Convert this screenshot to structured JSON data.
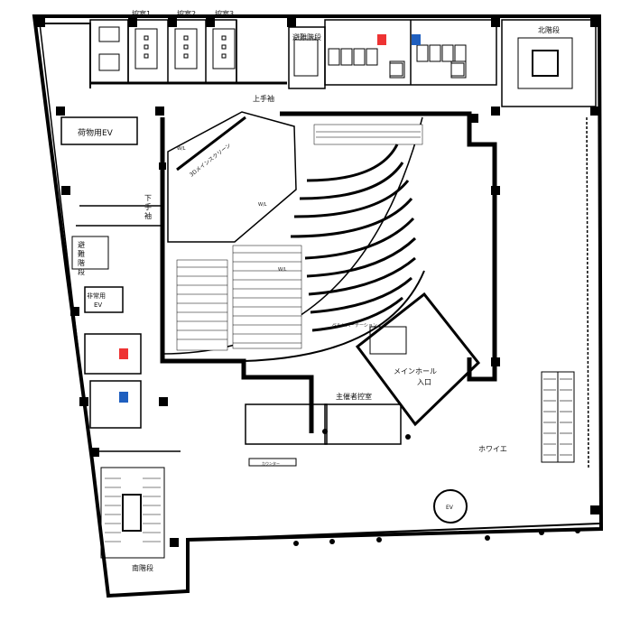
{
  "rooms": {
    "waiting1": "控室1",
    "waiting2": "控室2",
    "waiting3": "控室3",
    "evac_upper": "避難階段",
    "north_stairs": "北階段",
    "freight_ev": "荷物用EV",
    "upper_stage": "上手袖",
    "lower_stage_l1": "下",
    "lower_stage_l2": "手",
    "lower_stage_l3": "袖",
    "screen": "3Dメインスクリーン",
    "wl_a": "W/L",
    "wl_b": "W/L",
    "wl_c": "W/L",
    "evac_left_l1": "避",
    "evac_left_l2": "難",
    "evac_left_l3": "階",
    "evac_left_l4": "段",
    "emergency_ev_l1": "非常用",
    "emergency_ev_l2": "EV",
    "belt_partition": "ベルトパーテーション",
    "main_hall_entrance_l1": "メインホール",
    "main_hall_entrance_l2": "入口",
    "organizer_room": "主催者控室",
    "foyer": "ホワイエ",
    "counter": "カウンター",
    "ev": "EV",
    "south_stairs": "南階段"
  }
}
